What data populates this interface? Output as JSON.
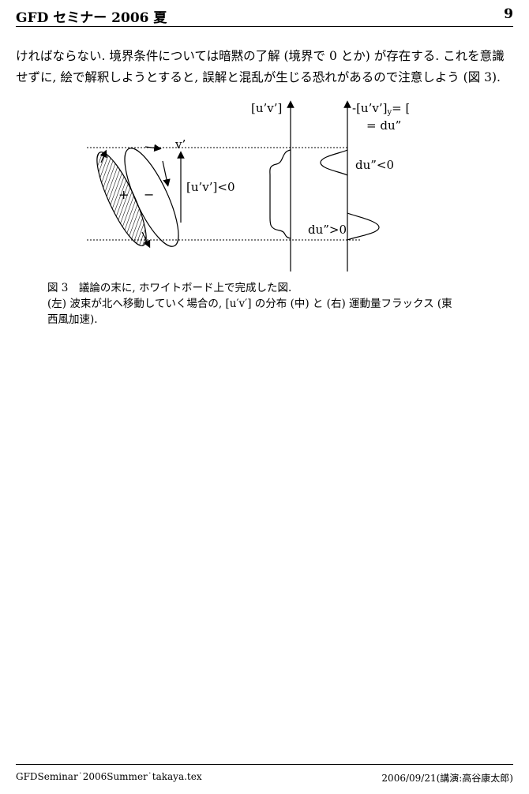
{
  "header": {
    "title": "GFD セミナー 2006 夏",
    "page_number": "9"
  },
  "body": {
    "paragraph_line_1": "ければならない. 境界条件については暗黙の了解 (境界で 0 とか) が存在する. これを意識",
    "paragraph_line_2": "せずに, 絵で解釈しようとすると, 誤解と混乱が生じる恐れがあるので注意しよう (図 3)."
  },
  "figure": {
    "left_panel": {
      "v_prime_label": "v’",
      "plus_label": "+",
      "minus_label": "−",
      "flux_label": "[u’v’]<0"
    },
    "middle_panel": {
      "axis_label": "[u’v’]"
    },
    "right_panel": {
      "axis_label_prefix": "-[u’v’]",
      "axis_label_subscript": "y",
      "axis_label_suffix": "= [v’ζ’]",
      "axis_label_line2": "= du”",
      "upper_annotation": "du”<0",
      "lower_annotation": "du”>0"
    }
  },
  "caption": {
    "line_1": "図 3　議論の末に, ホワイトボード上で完成した図.",
    "line_2": "(左) 波束が北へ移動していく場合の, [u′v′] の分布 (中) と (右) 運動量フラックス (東",
    "line_3": "西風加速)."
  },
  "footer": {
    "left": "GFDSeminar˙2006Summer˙takaya.tex",
    "right": "2006/09/21(講演:高谷康太郎)"
  }
}
